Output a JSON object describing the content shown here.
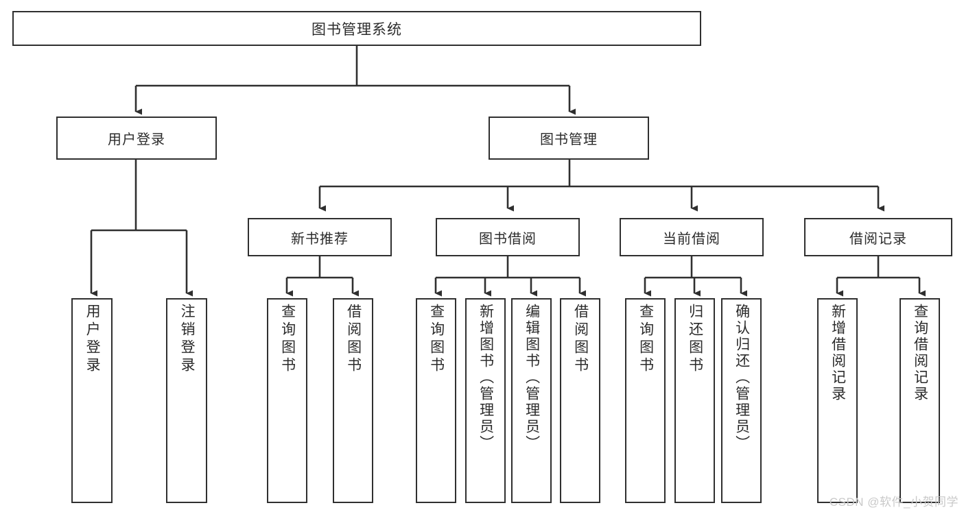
{
  "diagram": {
    "title": "图书管理系统",
    "type": "tree",
    "root": {
      "label": "图书管理系统"
    },
    "level2": [
      {
        "id": "user-login",
        "label": "用户登录"
      },
      {
        "id": "book-manage",
        "label": "图书管理"
      }
    ],
    "level3": [
      {
        "id": "new-book-recommend",
        "label": "新书推荐",
        "parent": "book-manage"
      },
      {
        "id": "book-borrow",
        "label": "图书借阅",
        "parent": "book-manage"
      },
      {
        "id": "current-borrow",
        "label": "当前借阅",
        "parent": "book-manage"
      },
      {
        "id": "borrow-record",
        "label": "借阅记录",
        "parent": "book-manage"
      }
    ],
    "leaves": [
      {
        "id": "leaf-user-login",
        "label": "用户登录",
        "parent": "user-login"
      },
      {
        "id": "leaf-user-logout",
        "label": "注销登录",
        "parent": "user-login"
      },
      {
        "id": "leaf-rec-query-book",
        "label": "查询图书",
        "parent": "new-book-recommend"
      },
      {
        "id": "leaf-rec-borrow-book",
        "label": "借阅图书",
        "parent": "new-book-recommend"
      },
      {
        "id": "leaf-bor-query-book",
        "label": "查询图书",
        "parent": "book-borrow"
      },
      {
        "id": "leaf-bor-add-book",
        "label": "新增图书（管理员）",
        "parent": "book-borrow"
      },
      {
        "id": "leaf-bor-edit-book",
        "label": "编辑图书（管理员）",
        "parent": "book-borrow"
      },
      {
        "id": "leaf-bor-borrow-book",
        "label": "借阅图书",
        "parent": "book-borrow"
      },
      {
        "id": "leaf-cur-query-book",
        "label": "查询图书",
        "parent": "current-borrow"
      },
      {
        "id": "leaf-cur-return-book",
        "label": "归还图书",
        "parent": "current-borrow"
      },
      {
        "id": "leaf-cur-confirm",
        "label": "确认归还（管理员）",
        "parent": "current-borrow"
      },
      {
        "id": "leaf-rec-add-record",
        "label": "新增借阅记录",
        "parent": "borrow-record"
      },
      {
        "id": "leaf-rec-query-record",
        "label": "查询借阅记录",
        "parent": "borrow-record"
      }
    ]
  },
  "watermark": {
    "text": "CSDN @软件_小贺同学"
  },
  "colors": {
    "background": "#ffffff",
    "box_border": "#2f2f2f",
    "box_fill": "#ffffff",
    "text": "#2b2b2b",
    "connector": "#2f2f2f",
    "watermark": "#c9c9c9"
  }
}
